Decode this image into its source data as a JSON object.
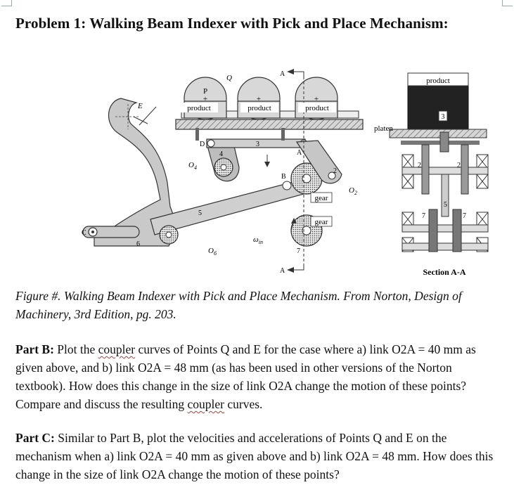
{
  "document": {
    "title": "Problem 1: Walking Beam Indexer with Pick and Place Mechanism:",
    "figure": {
      "labels": {
        "product_main": "product",
        "product_platen": "product",
        "platen": "platen",
        "section": "Section A-A",
        "gear_upper": "gear",
        "gear_lower": "gear",
        "P": "P",
        "Q": "Q",
        "E": "E",
        "D": "D",
        "C": "C",
        "B": "B",
        "A_pin": "A",
        "A_top": "A",
        "A_bottom": "A",
        "O2": "O",
        "O4": "O",
        "O6": "O",
        "O2_sub": "2",
        "O4_sub": "4",
        "O6_sub": "6",
        "omega": "ω",
        "omega_sub": "in",
        "n2": "2",
        "n3": "3",
        "n4": "4",
        "n5": "5",
        "n6": "6",
        "n7": "7",
        "s2a": "2",
        "s2b": "2",
        "s3": "3",
        "s5": "5",
        "s7a": "7",
        "s7b": "7"
      }
    },
    "caption": "Figure #. Walking Beam Indexer with Pick and Place Mechanism. From Norton, Design of Machinery, 3rd Edition, pg. 203.",
    "part_b": {
      "label": "Part B:",
      "text_1": " Plot the ",
      "flag_1": "coupler",
      "text_2": " curves of Points Q and E for the case where a) link O2A = 40 mm as given above, and b) link O2A = 48 mm (as has been used in other versions of the Norton textbook). How does this change in the size of link O2A change the motion of these points? Compare and discuss the resulting ",
      "flag_2": "coupler",
      "text_3": " curves."
    },
    "part_c": {
      "label": "Part C:",
      "text": " Similar to Part B, plot the velocities and accelerations of Points Q and E on the mechanism when a) link O2A = 40 mm as given above and b) link O2A = 48 mm. How does this change in the size of link O2A change the motion of these points?"
    }
  }
}
